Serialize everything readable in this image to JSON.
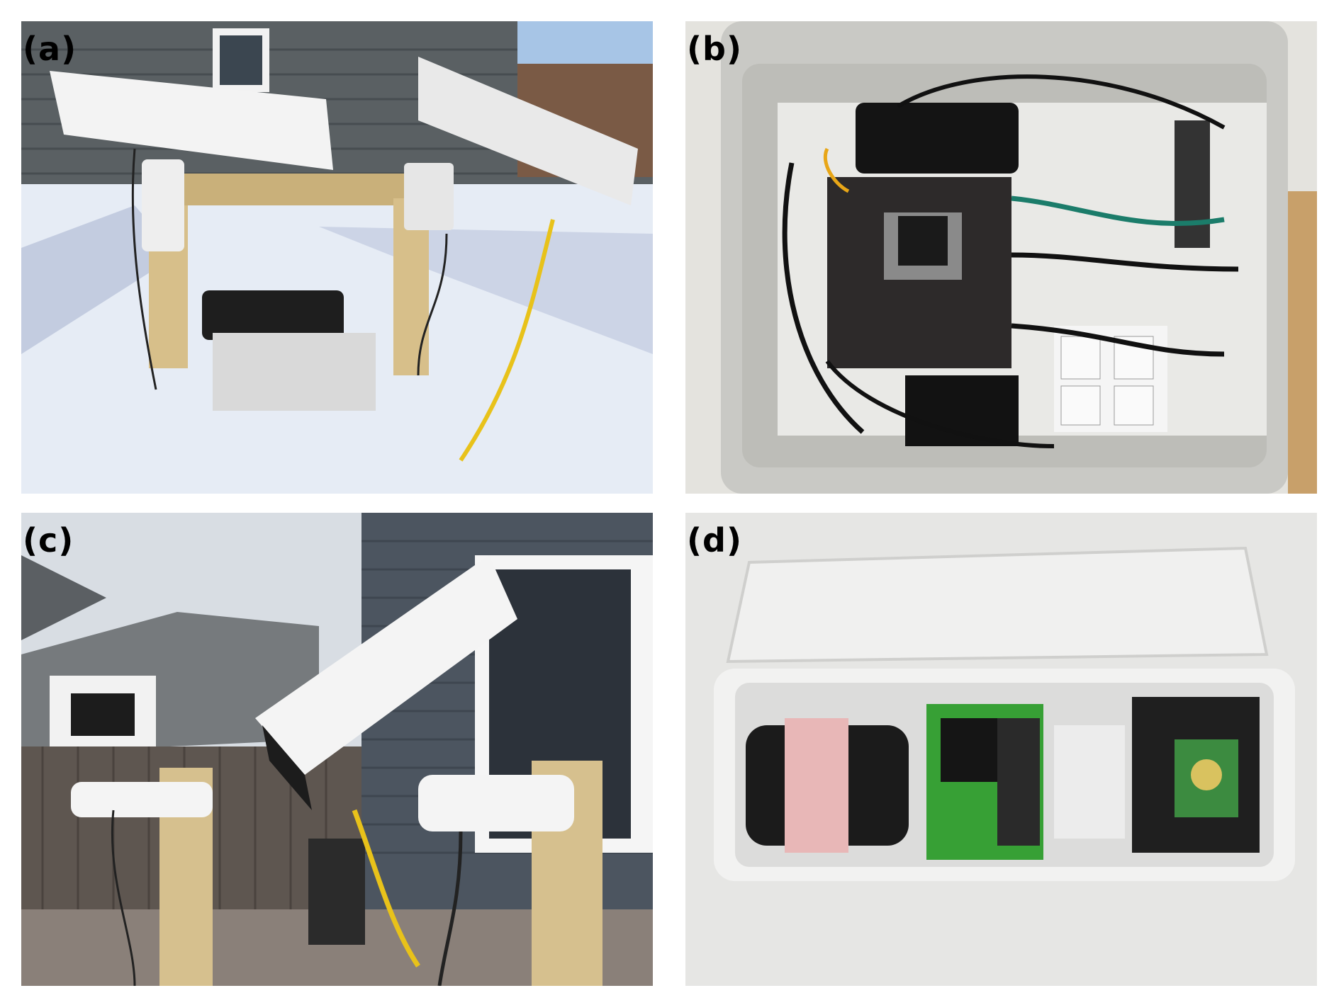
{
  "panels": [
    {
      "label": "(a)"
    },
    {
      "label": "(b)"
    },
    {
      "label": "(c)"
    },
    {
      "label": "(d)"
    }
  ],
  "colors": {
    "snow": "#e9eef6",
    "siding": "#4e5558",
    "wood": "#c9b07a",
    "housing": "#f1f1f1",
    "cable_yellow": "#e8c21a",
    "enclosure": "#c9c9c5",
    "pcb": "#2d2a2a",
    "mount_green": "#37a035"
  }
}
